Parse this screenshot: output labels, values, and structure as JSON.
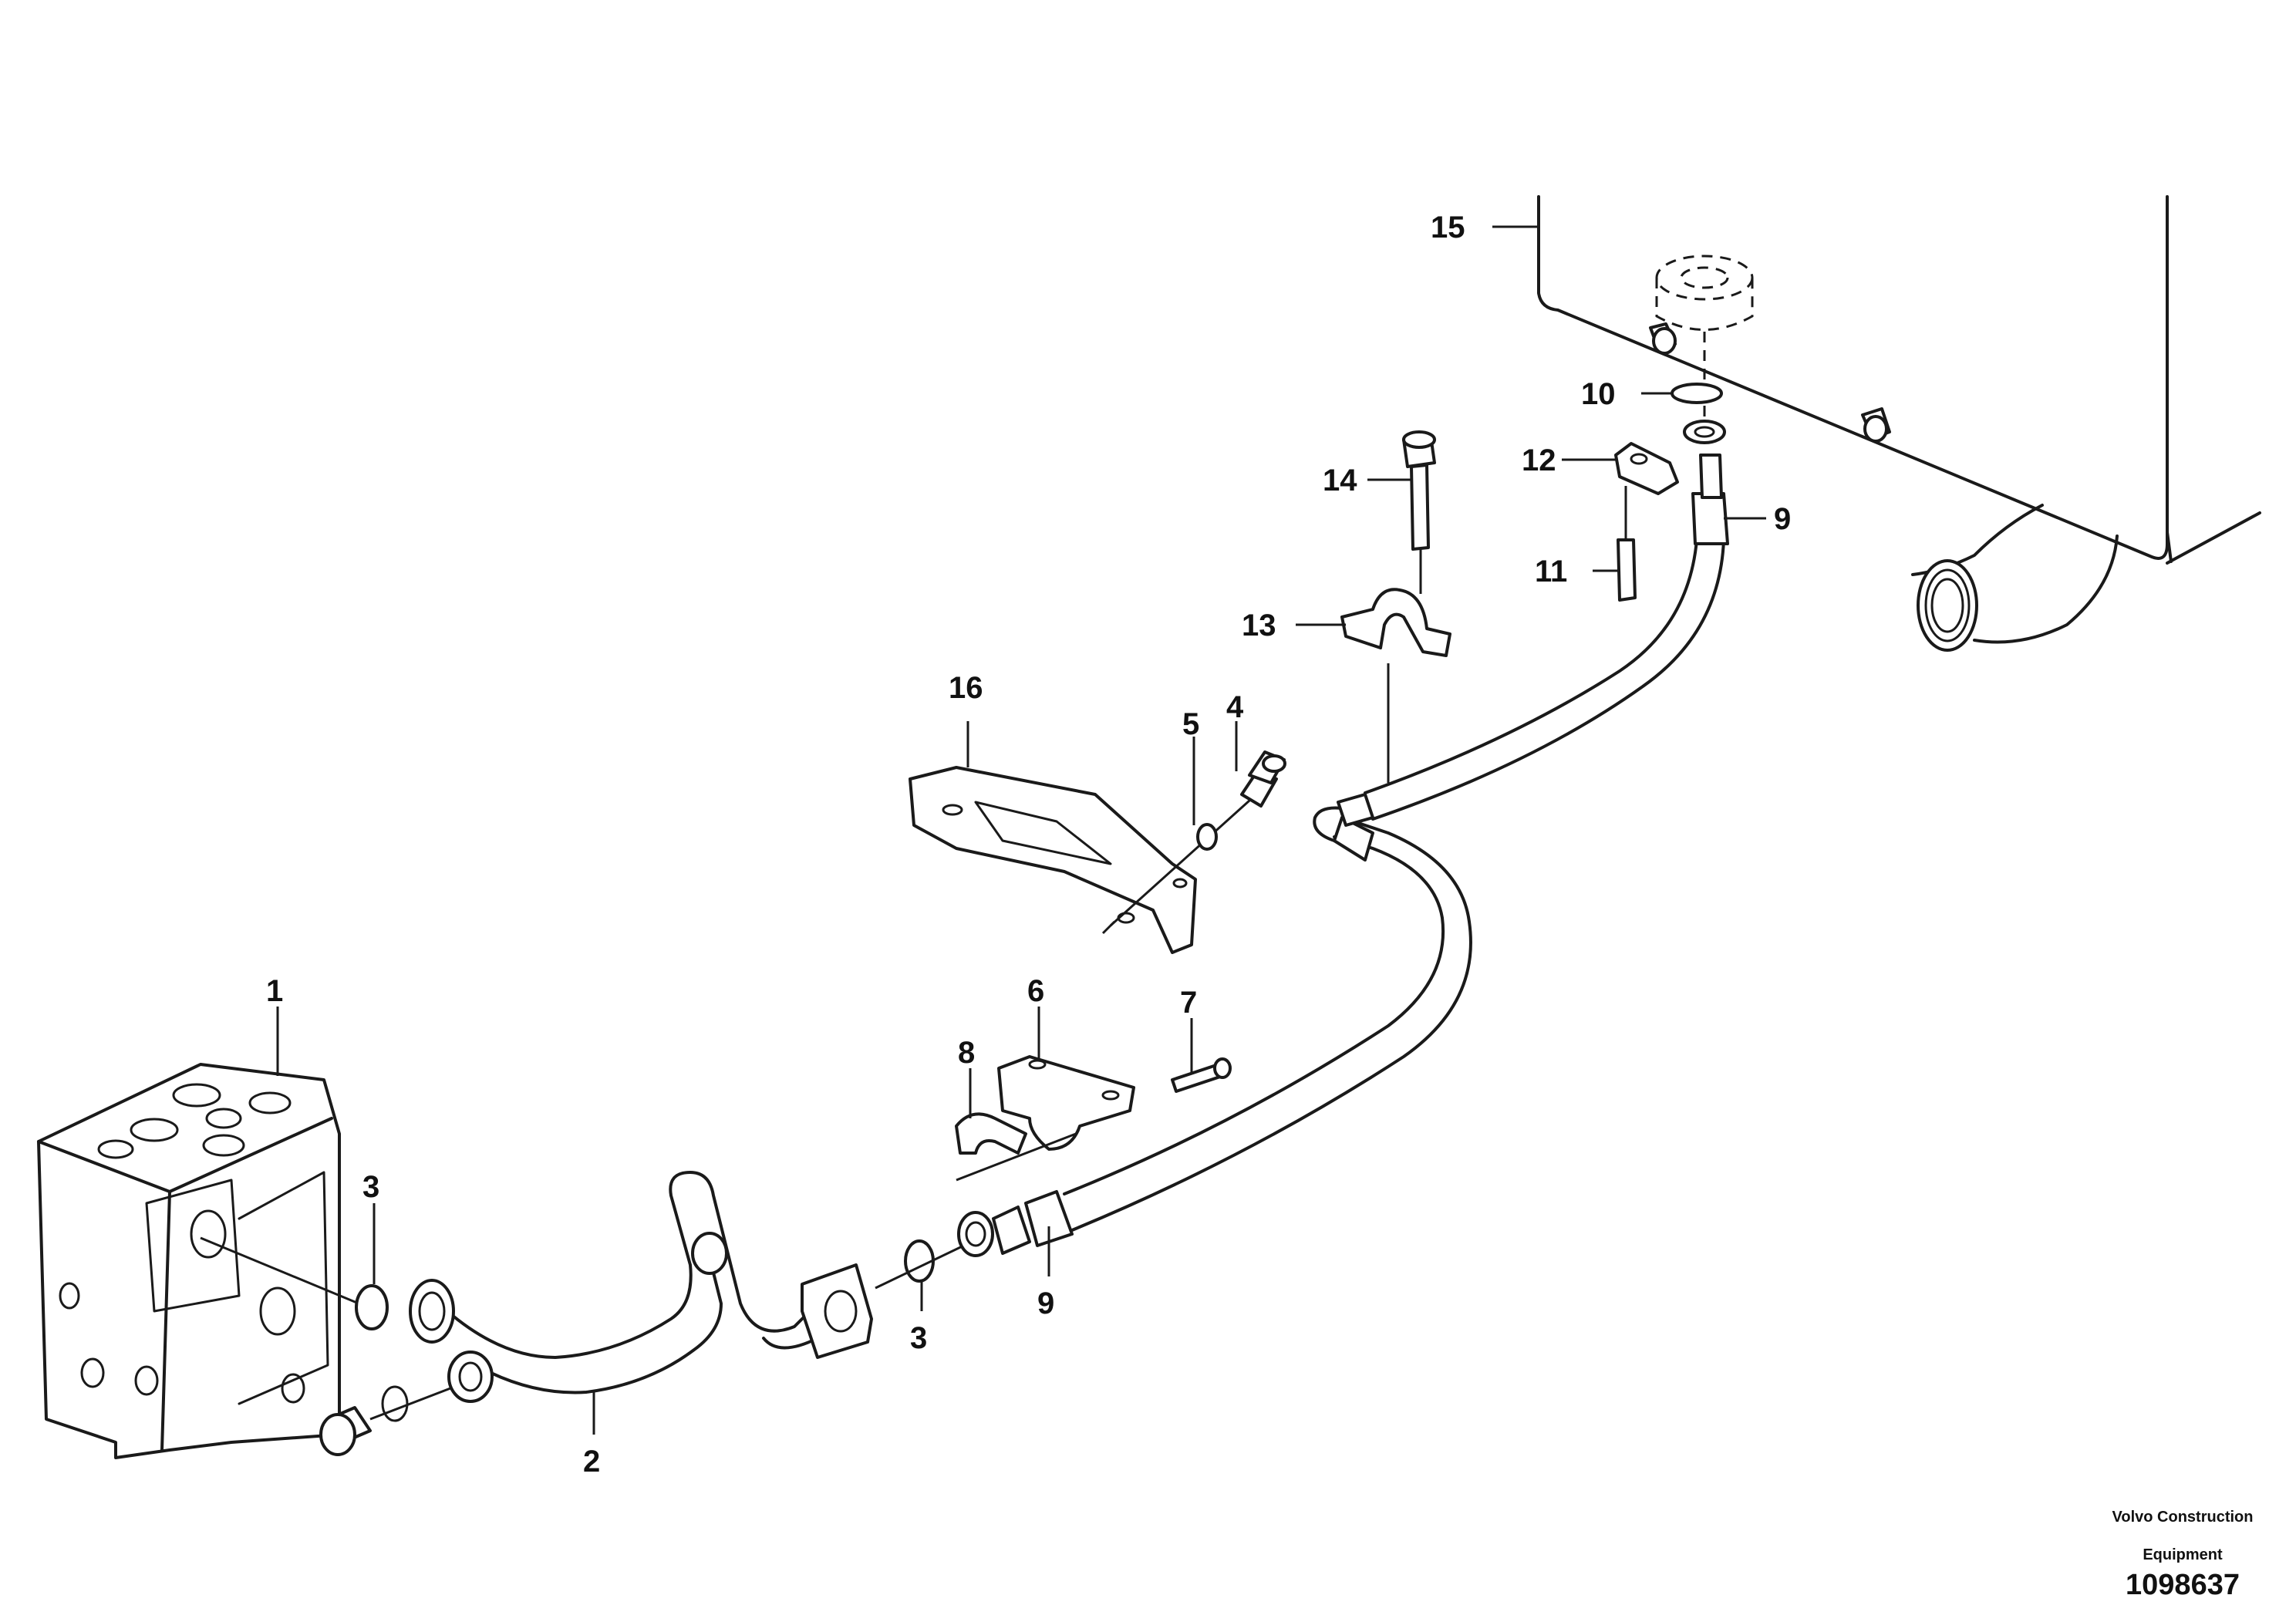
{
  "callouts": [
    {
      "id": "c1",
      "label": "1"
    },
    {
      "id": "c2",
      "label": "2"
    },
    {
      "id": "c3a",
      "label": "3"
    },
    {
      "id": "c3b",
      "label": "3"
    },
    {
      "id": "c4",
      "label": "4"
    },
    {
      "id": "c5",
      "label": "5"
    },
    {
      "id": "c6",
      "label": "6"
    },
    {
      "id": "c7",
      "label": "7"
    },
    {
      "id": "c8",
      "label": "8"
    },
    {
      "id": "c9a",
      "label": "9"
    },
    {
      "id": "c9b",
      "label": "9"
    },
    {
      "id": "c10",
      "label": "10"
    },
    {
      "id": "c11",
      "label": "11"
    },
    {
      "id": "c12",
      "label": "12"
    },
    {
      "id": "c13",
      "label": "13"
    },
    {
      "id": "c14",
      "label": "14"
    },
    {
      "id": "c15",
      "label": "15"
    },
    {
      "id": "c16",
      "label": "16"
    }
  ],
  "footer": {
    "brand_line1": "Volvo Construction",
    "brand_line2": "Equipment",
    "drawing_number": "1098637"
  },
  "colors": {
    "line": "#1a1a1a",
    "background": "#ffffff"
  }
}
